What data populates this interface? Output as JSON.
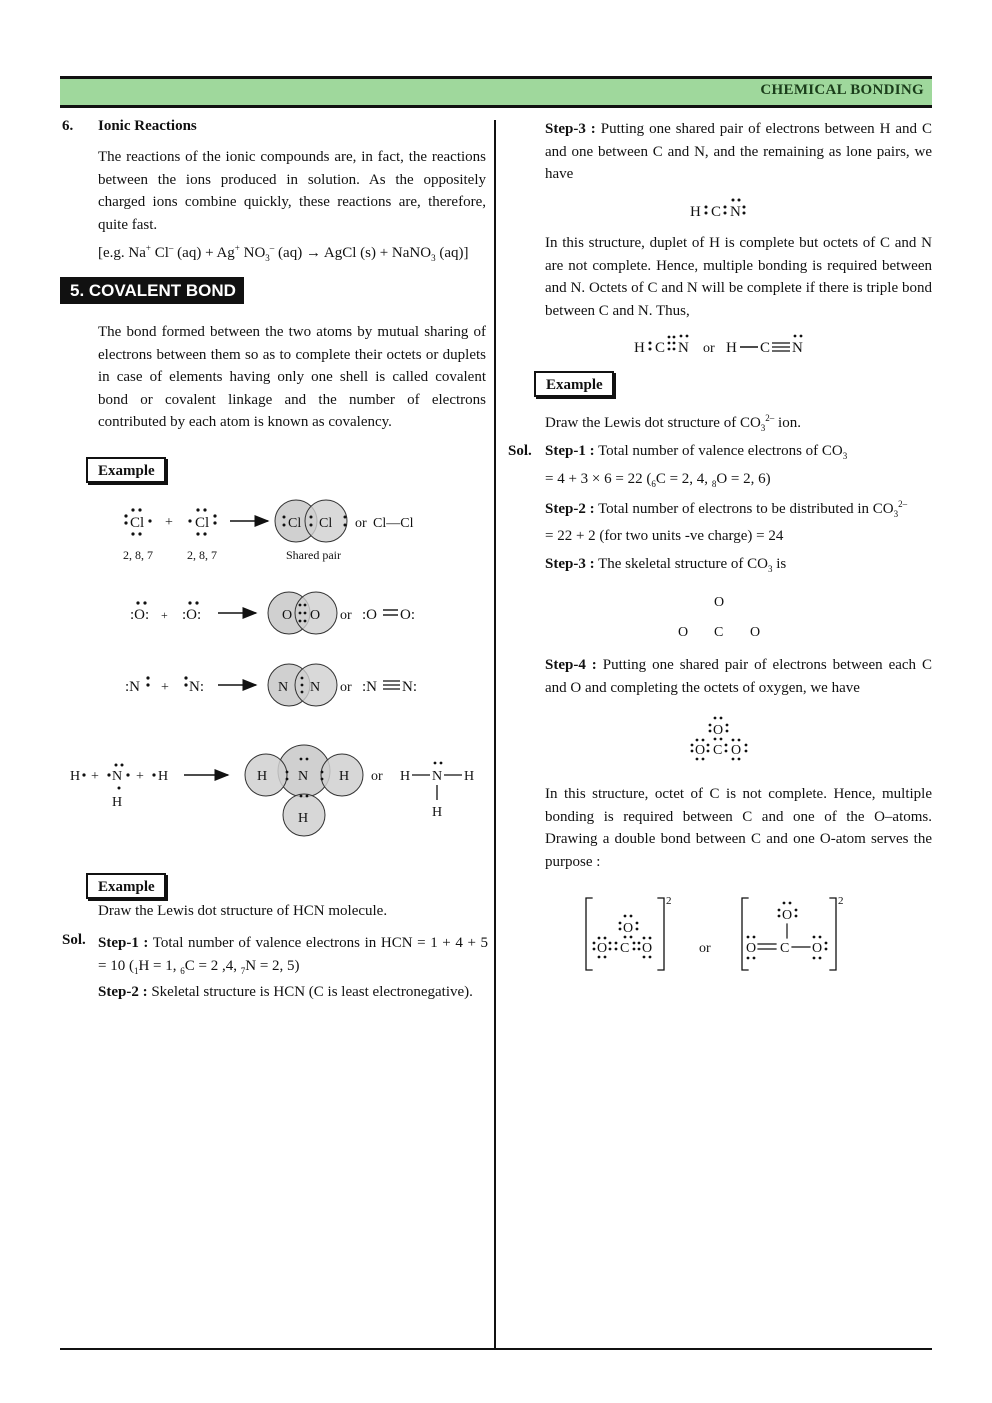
{
  "header": {
    "title": "CHEMICAL BONDING"
  },
  "left": {
    "ionic": {
      "number": "6.",
      "heading": "Ionic Reactions",
      "para": "The reactions of the ionic compounds are, in fact, the reactions between the ions produced in solution. As the oppositely charged ions combine quickly, these reactions are, therefore, quite fast.",
      "eg_prefix": "[e.g. Na",
      "eg_suffix": "(aq)]"
    },
    "section": "5. COVALENT BOND",
    "covalent_para": "The bond formed between the two atoms by mutual sharing of electrons between them so as to complete their octets or duplets in case of elements having only one shell is called covalent bond or covalent linkage and the number of electrons contributed by each atom is known as covalency.",
    "example_label": "Example",
    "diagram": {
      "cl_config": "2, 8, 7",
      "shared_pair": "Shared pair",
      "or": "or",
      "cl_cl": "Cl—Cl"
    },
    "example2_label": "Example",
    "example2_text": "Draw the Lewis dot structure of HCN molecule.",
    "sol": "Sol.",
    "step1_label": "Step-1 :",
    "step1_text": "Total number of valence electrons in HCN = 1 + 4 + 5 = 10 (",
    "step2_label": "Step-2 :",
    "step2_text": "Skeletal structure is HCN (C is least electronegative)."
  },
  "right": {
    "step3_label": "Step-3 :",
    "step3_text": "Putting one shared pair of electrons between H and C and one between C and N, and the remaining as lone pairs, we have",
    "para2": "In this structure, duplet of H is complete but octets of C and N are not complete. Hence, multiple bonding is required between and N. Octets of C and N will be complete if there is triple bond between C and N. Thus,",
    "or": "or",
    "example_label": "Example",
    "example_text": "Draw the Lewis dot structure of CO",
    "example_tail": "ion.",
    "sol": "Sol.",
    "s1_label": "Step-1 :",
    "s1_text": "Total number of valence electrons of CO",
    "s1_line2": "= 4 + 3 × 6 = 22 (",
    "s2_label": "Step-2 :",
    "s2_text": "Total number of electrons to be distributed in CO",
    "s2_line2": "= 22 + 2 (for two units -ve charge) = 24",
    "s3_label": "Step-3 :",
    "s3_text": "The skeletal structure of CO",
    "s3_tail": "is",
    "s4_label": "Step-4 :",
    "s4_text": "Putting one shared pair of electrons between each C and O and completing the octets of oxygen, we have",
    "para3": "In this structure, octet of C is not complete. Hence, multiple bonding is required between C and one of the O–atoms. Drawing a double bond between C and one O-atom serves the purpose :",
    "charge": "2"
  }
}
